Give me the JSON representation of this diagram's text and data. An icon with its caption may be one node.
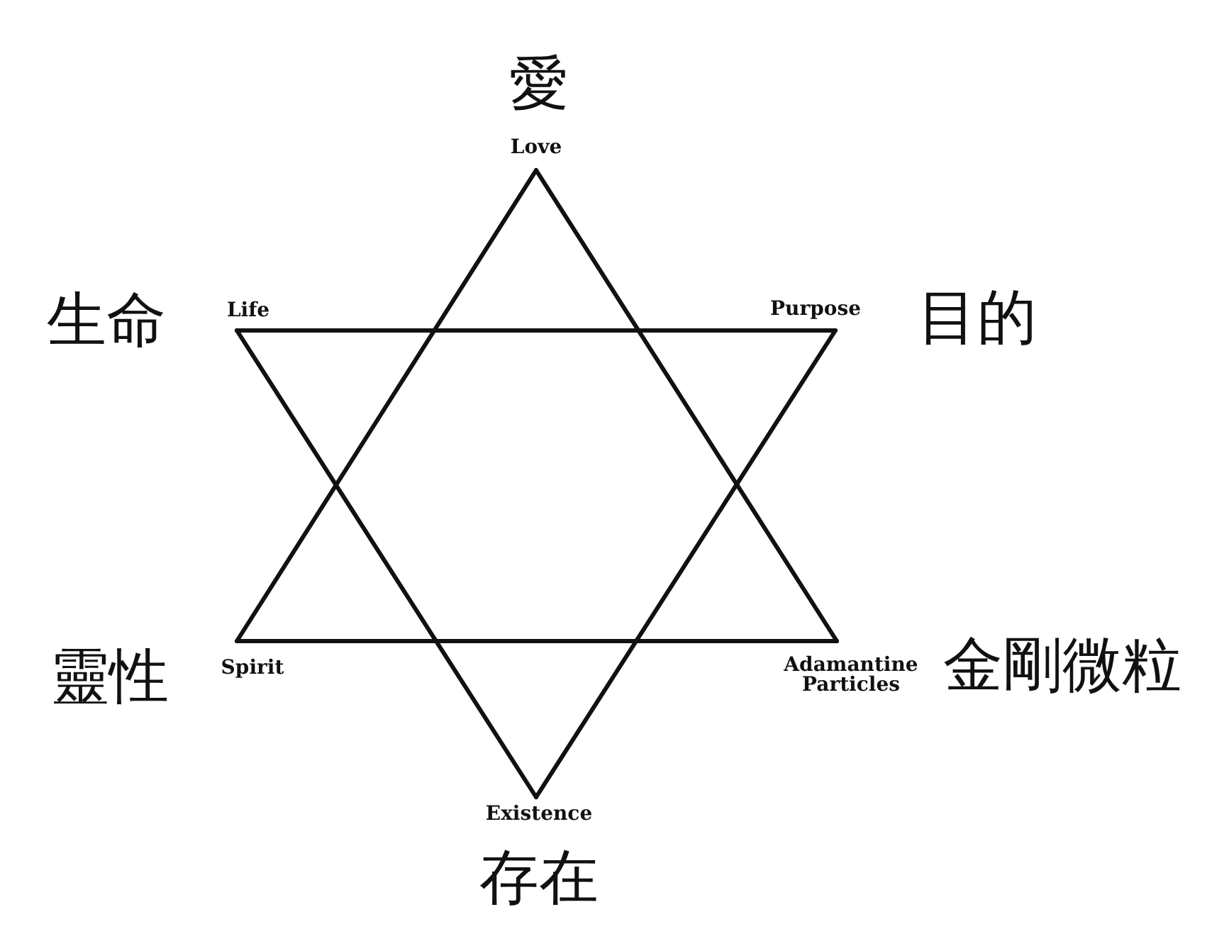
{
  "diagram": {
    "nodes": [
      {
        "text": [
          "Love"
        ],
        "beside": [
          "愛"
        ]
      },
      {
        "text": [
          "Life"
        ],
        "beside": [
          "生命"
        ]
      },
      {
        "text": [
          "Purpose"
        ],
        "beside": [
          "目的"
        ]
      },
      {
        "text": [
          "Spirit"
        ],
        "beside": [
          "靈性"
        ]
      },
      {
        "text": [
          "Adamantine Particles"
        ],
        "beside": [
          "金剛微粒"
        ]
      },
      {
        "text": [
          "Existence"
        ],
        "beside": [
          "存在"
        ]
      }
    ],
    "edges": [
      {
        "from": 0,
        "to": 3,
        "arrow": "none"
      },
      {
        "from": 3,
        "to": 4,
        "arrow": "none"
      },
      {
        "from": 4,
        "to": 0,
        "arrow": "none"
      },
      {
        "from": 1,
        "to": 2,
        "arrow": "none"
      },
      {
        "from": 2,
        "to": 5,
        "arrow": "none"
      },
      {
        "from": 5,
        "to": 1,
        "arrow": "none"
      }
    ]
  }
}
